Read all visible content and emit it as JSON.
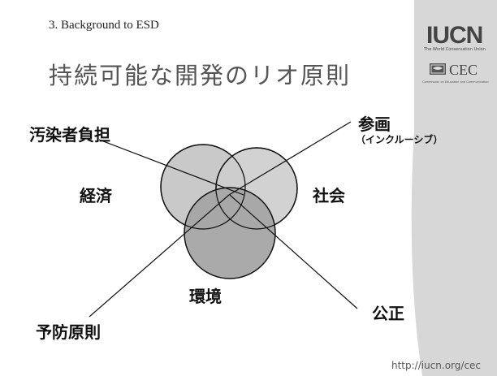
{
  "slide": {
    "section_title": "3. Background to ESD",
    "title": "持続可能な開発のリオ原則",
    "url": "http://iucn.org/cec"
  },
  "logos": {
    "iucn": "IUCN",
    "iucn_sub": "The World Conservation Union",
    "cec": "CEC",
    "cec_sub": "Commission on Education and Communication",
    "cec_icon": "cec-logo-icon"
  },
  "diagram": {
    "circles": {
      "economy": "経済",
      "society": "社会",
      "environment": "環境"
    },
    "principles": {
      "polluter_pays": "汚染者負担",
      "participation": "参画",
      "participation_sub": "（インクルーシブ）",
      "precaution": "予防原則",
      "equity": "公正"
    }
  },
  "colors": {
    "circle_light": "#c9c9c9",
    "circle_dark": "#a5a5a5",
    "side_panel": "#d7d7d7"
  }
}
